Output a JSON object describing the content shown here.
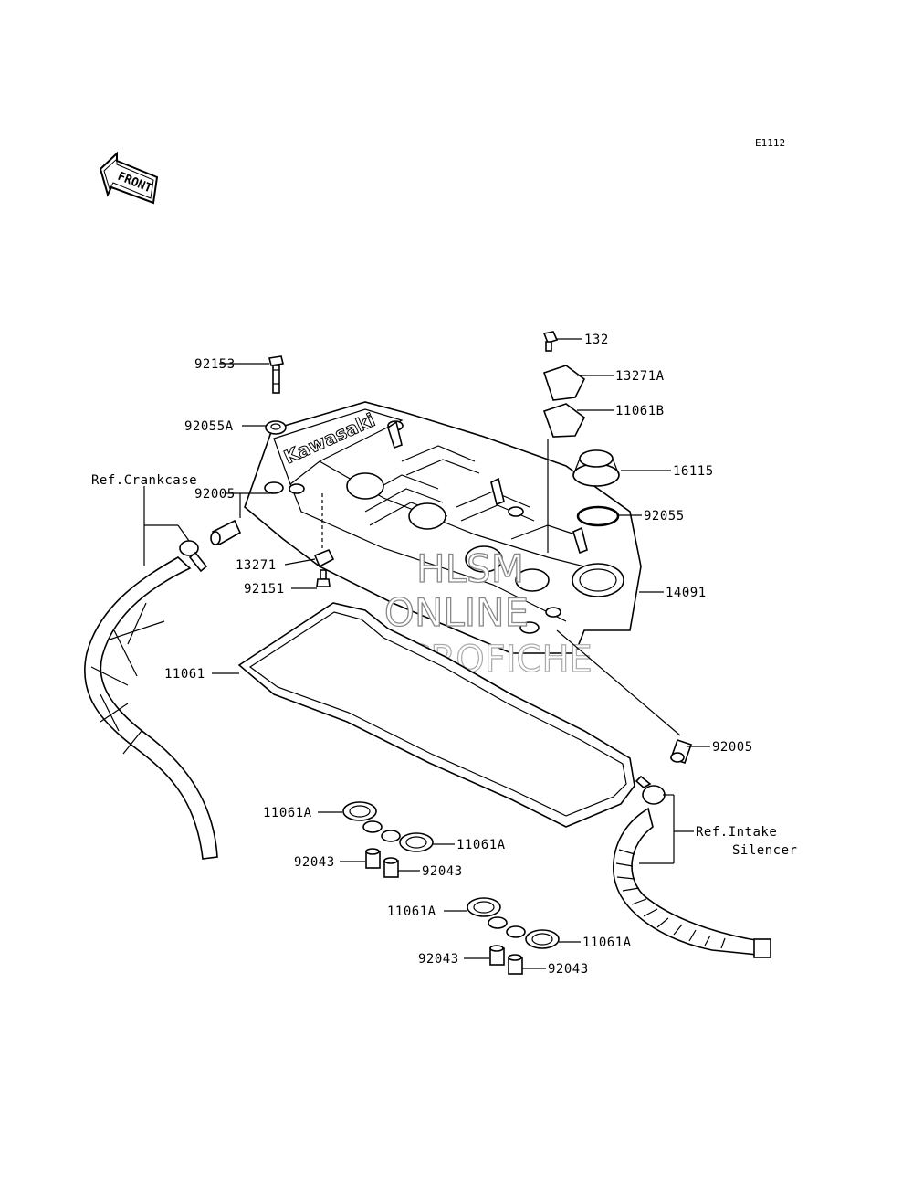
{
  "diagram_code": "E1112",
  "front_label": "FRONT",
  "brand_text": "Kawasaki",
  "watermark": {
    "line1": "HLSM",
    "line2": "ONLINE",
    "line3": "MICROFICHE"
  },
  "callouts": {
    "p132": "132",
    "p13271A": "13271A",
    "p11061B": "11061B",
    "p16115": "16115",
    "p92055": "92055",
    "p14091": "14091",
    "p92153": "92153",
    "p92055A": "92055A",
    "p92005_left": "92005",
    "p13271": "13271",
    "p92151": "92151",
    "p11061": "11061",
    "p92005_right": "92005",
    "ref_crankcase": "Ref.Crankcase",
    "ref_intake_1": "Ref.Intake",
    "ref_intake_2": "Silencer",
    "p11061A_1": "11061A",
    "p11061A_2": "11061A",
    "p92043_1": "92043",
    "p92043_2": "92043",
    "p11061A_3": "11061A",
    "p11061A_4": "11061A",
    "p92043_3": "92043",
    "p92043_4": "92043"
  }
}
